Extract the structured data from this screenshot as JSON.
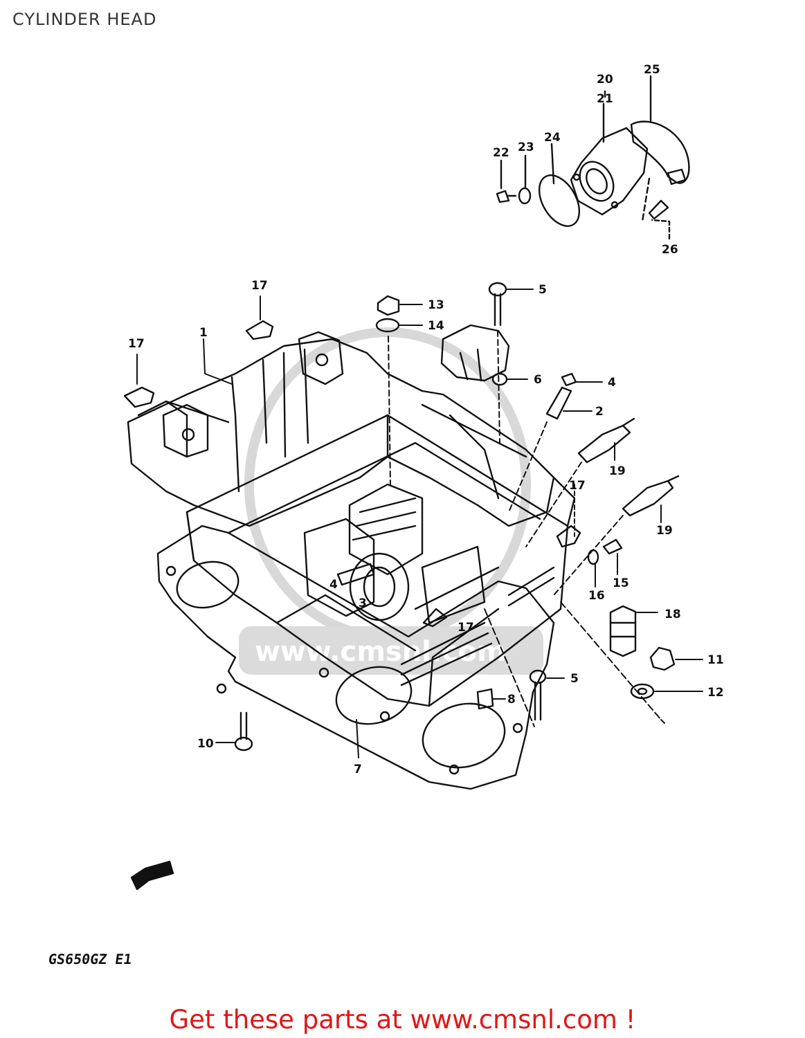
{
  "title": "CYLINDER HEAD",
  "footer_code": "GS650GZ E1",
  "call_to_action": "Get these parts at www.cmsnl.com !",
  "watermark_text": "www.cmsnl.com",
  "part_callouts": {
    "p1": "1",
    "p2": "2",
    "p3": "3",
    "p4a": "4",
    "p4b": "4",
    "p5a": "5",
    "p5b": "5",
    "p6": "6",
    "p7": "7",
    "p8": "8",
    "p10": "10",
    "p11": "11",
    "p12": "12",
    "p13": "13",
    "p14": "14",
    "p15": "15",
    "p16": "16",
    "p17a": "17",
    "p17b": "17",
    "p17c": "17",
    "p17d": "17",
    "p18": "18",
    "p19a": "19",
    "p19b": "19",
    "p20": "20",
    "p21": "21",
    "p22": "22",
    "p23": "23",
    "p24": "24",
    "p25": "25",
    "p26": "26"
  },
  "fwd_arrow_label": "FWD",
  "colors": {
    "line": "#111111",
    "cta_red": "#e01616",
    "watermark": "#c8c8c8"
  }
}
